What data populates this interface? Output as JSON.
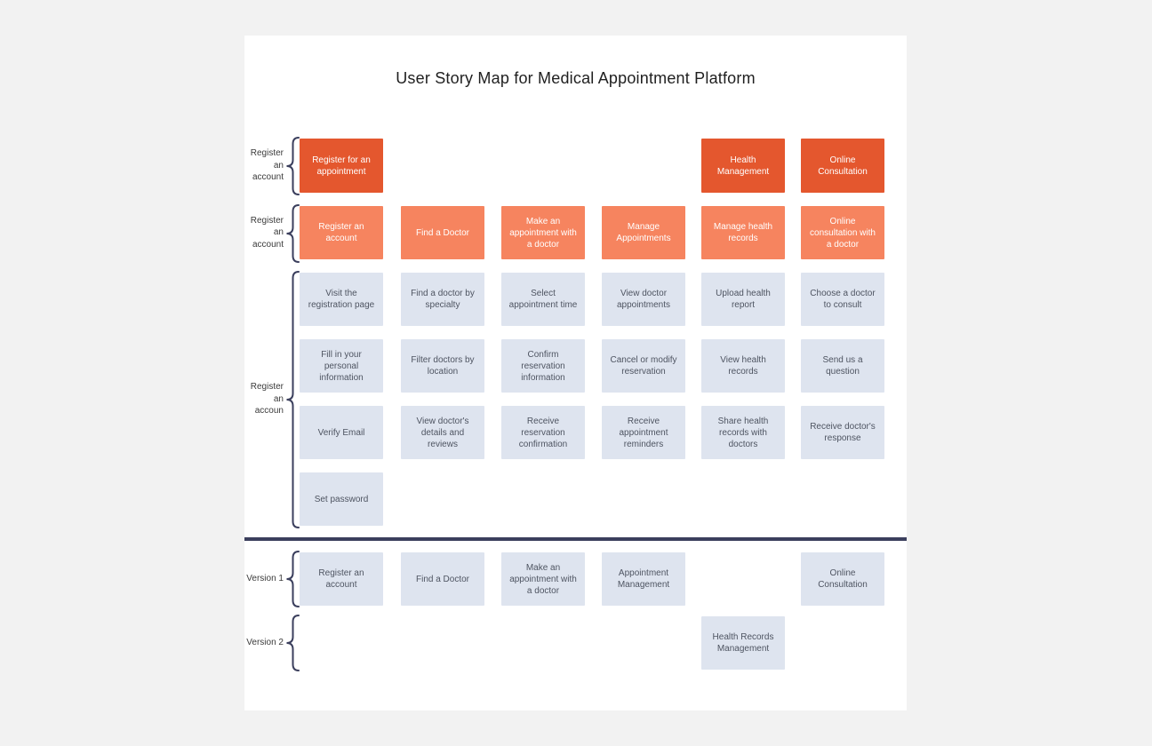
{
  "title": "User Story Map for Medical Appointment Platform",
  "colors": {
    "epic": "#E4572E",
    "feature": "#F6845F",
    "story": "#DEE4EF",
    "accent": "#3B3F5D"
  },
  "epics": {
    "group_label": "Register an account",
    "cards": [
      {
        "text": "Register for an appointment"
      },
      {
        "text": "Health Management"
      },
      {
        "text": "Online Consultation"
      }
    ]
  },
  "features": {
    "group_label": "Register an account",
    "cards": [
      {
        "text": "Register an account"
      },
      {
        "text": "Find a Doctor"
      },
      {
        "text": "Make an appointment with a doctor"
      },
      {
        "text": "Manage Appointments"
      },
      {
        "text": "Manage health records"
      },
      {
        "text": "Online consultation with a doctor"
      }
    ]
  },
  "stories": {
    "group_label": "Register an accoun",
    "rows": [
      {
        "cards": [
          {
            "text": "Visit the registration page"
          },
          {
            "text": "Find a doctor by specialty"
          },
          {
            "text": "Select appointment time"
          },
          {
            "text": "View doctor appointments"
          },
          {
            "text": "Upload health report"
          },
          {
            "text": "Choose a doctor to consult"
          }
        ]
      },
      {
        "cards": [
          {
            "text": "Fill in your personal information"
          },
          {
            "text": "Filter doctors by location"
          },
          {
            "text": "Confirm reservation information"
          },
          {
            "text": "Cancel or modify reservation"
          },
          {
            "text": "View health records"
          },
          {
            "text": "Send us a question"
          }
        ]
      },
      {
        "cards": [
          {
            "text": "Verify Email"
          },
          {
            "text": "View doctor's details and reviews"
          },
          {
            "text": "Receive reservation confirmation"
          },
          {
            "text": "Receive appointment reminders"
          },
          {
            "text": "Share health records with doctors"
          },
          {
            "text": "Receive doctor's response"
          }
        ]
      },
      {
        "cards": [
          {
            "text": "Set password"
          }
        ]
      }
    ]
  },
  "version1": {
    "group_label": "Version 1",
    "cards": [
      {
        "text": "Register an account"
      },
      {
        "text": "Find a Doctor"
      },
      {
        "text": "Make an appointment with a doctor"
      },
      {
        "text": "Appointment Management"
      },
      {
        "text": "Online Consultation"
      }
    ]
  },
  "version2": {
    "group_label": "Version 2",
    "cards": [
      {
        "text": "Health Records Management"
      }
    ]
  }
}
